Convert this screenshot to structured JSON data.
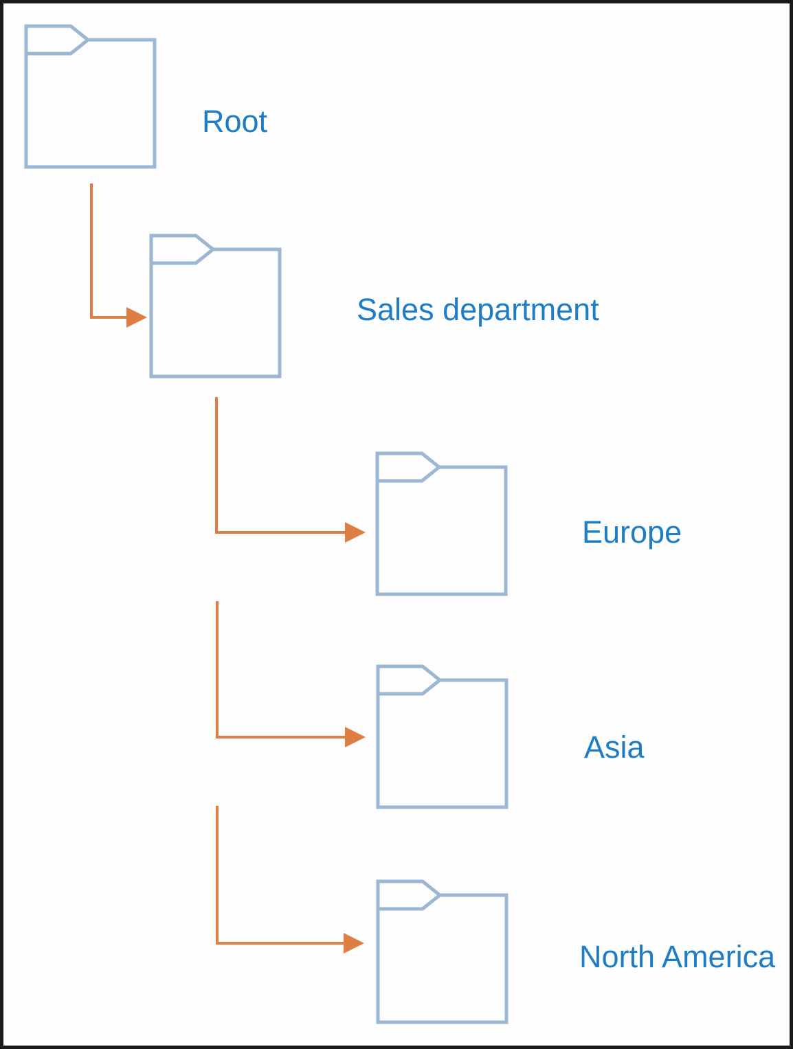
{
  "page": {
    "background": "#fdfdfd",
    "border_color": "#1a1a1a"
  },
  "diagram": {
    "type": "folder-hierarchy",
    "colors": {
      "folder_outline": "#9bb7d4",
      "arrow": "#dd7e45",
      "label_text": "#1f7dc4"
    },
    "nodes": [
      {
        "id": "root",
        "label": "Root",
        "icon": "folder-icon"
      },
      {
        "id": "sales-department",
        "label": "Sales department",
        "icon": "folder-icon"
      },
      {
        "id": "europe",
        "label": "Europe",
        "icon": "folder-icon"
      },
      {
        "id": "asia",
        "label": "Asia",
        "icon": "folder-icon"
      },
      {
        "id": "north-america",
        "label": "North America",
        "icon": "folder-icon"
      }
    ],
    "edges": [
      {
        "from": "root",
        "to": "sales-department"
      },
      {
        "from": "sales-department",
        "to": "europe"
      },
      {
        "from": "sales-department",
        "to": "asia"
      },
      {
        "from": "sales-department",
        "to": "north-america"
      }
    ]
  }
}
